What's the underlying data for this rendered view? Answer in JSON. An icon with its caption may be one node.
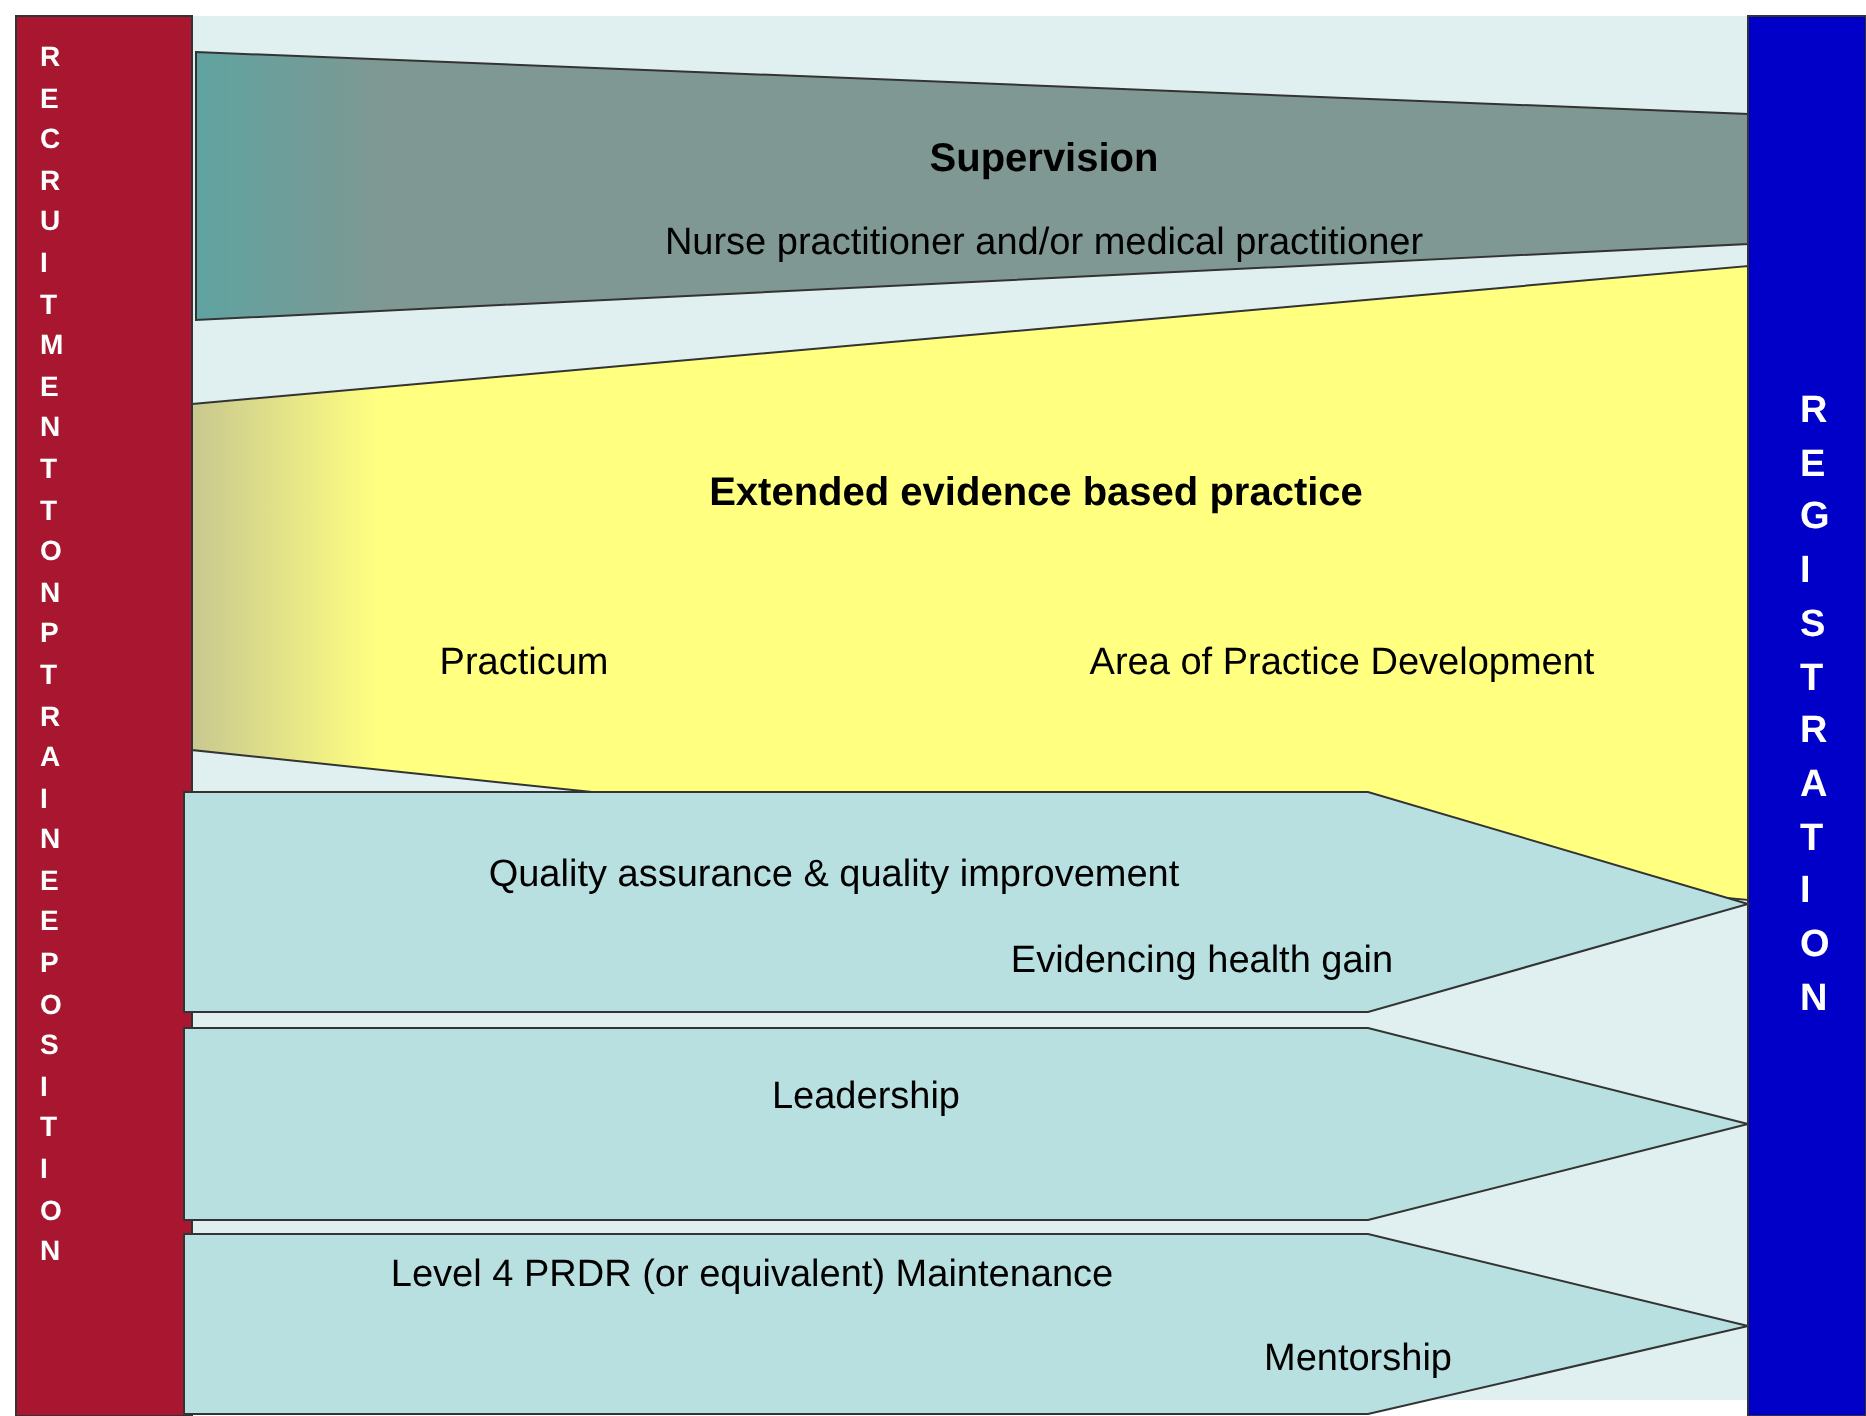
{
  "diagram": {
    "nodes": [
      {
        "text": [
          "RECRUITMENT TO NP TRAINEE POSITION"
        ]
      },
      {
        "text": [
          "REGISTRATION"
        ]
      },
      {
        "text": [
          "Supervision",
          "Nurse practitioner and/or medical practitioner"
        ]
      },
      {
        "text": [
          "Extended evidence based practice",
          "Practicum",
          "Area of Practice Development"
        ]
      },
      {
        "text": [
          "Quality assurance & quality improvement",
          "Evidencing health gain"
        ]
      },
      {
        "text": [
          "Leadership"
        ]
      },
      {
        "text": [
          "Level 4 PRDR (or equivalent) Maintenance",
          "Mentorship"
        ]
      }
    ]
  }
}
